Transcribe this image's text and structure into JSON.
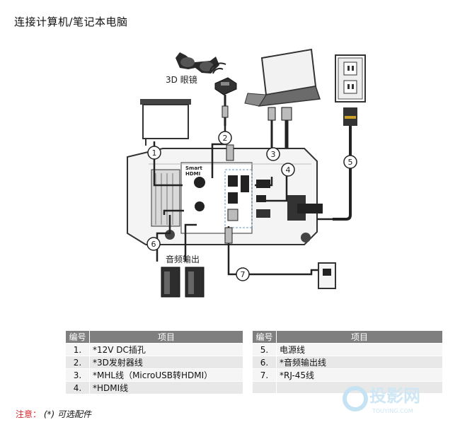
{
  "title": "连接计算机/笔记本电脑",
  "diagram": {
    "glasses_label": "3D 眼镜",
    "audio_out_label": "音频输出",
    "port_labels": {
      "smart": "Smart",
      "hdmi": "HDMI"
    },
    "callouts": [
      "1",
      "2",
      "3",
      "4",
      "5",
      "6",
      "7"
    ]
  },
  "table": {
    "headers": {
      "number": "编号",
      "item": "项目"
    },
    "left_rows": [
      {
        "num": "1.",
        "item": "*12V DC插孔"
      },
      {
        "num": "2.",
        "item": "*3D发射器线"
      },
      {
        "num": "3.",
        "item": "*MHL线（MicroUSB转HDMI）"
      },
      {
        "num": "4.",
        "item": "*HDMI线"
      }
    ],
    "right_rows": [
      {
        "num": "5.",
        "item": "电源线"
      },
      {
        "num": "6.",
        "item": "*音频输出线"
      },
      {
        "num": "7.",
        "item": "*RJ-45线"
      },
      {
        "num": "",
        "item": ""
      }
    ]
  },
  "note": {
    "label": "注意：",
    "text": "(*) 可选配件"
  },
  "watermark": {
    "text": "投影网",
    "sub": "TOUYING.COM"
  }
}
